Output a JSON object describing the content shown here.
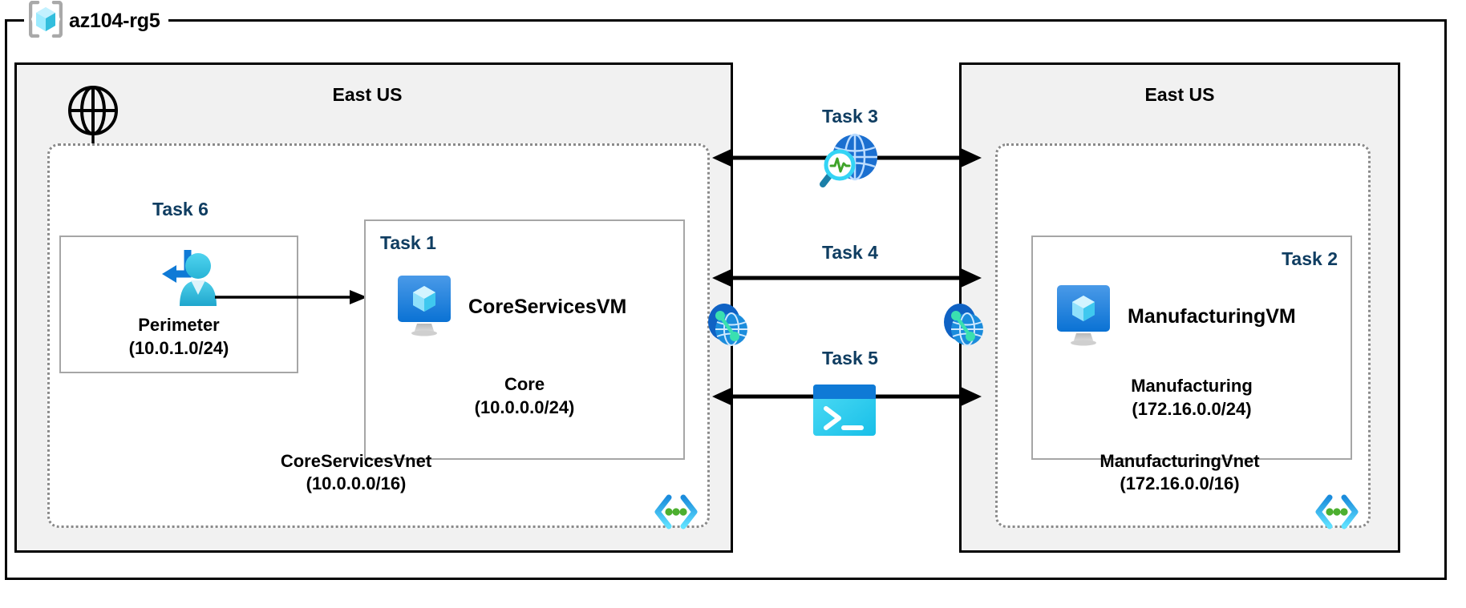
{
  "resource_group": {
    "name": "az104-rg5",
    "icon": "resource-group-icon"
  },
  "regions": [
    {
      "id": "left",
      "title": "East US"
    },
    {
      "id": "right",
      "title": "East US"
    }
  ],
  "internet": {
    "icon": "internet-globe-icon"
  },
  "vnets": [
    {
      "id": "coreservices",
      "name": "CoreServicesVnet",
      "cidr": "(10.0.0.0/16)",
      "icon": "vnet-icon"
    },
    {
      "id": "manufacturing",
      "name": "ManufacturingVnet",
      "cidr": "(172.16.0.0/16)",
      "icon": "vnet-icon"
    }
  ],
  "subnets": [
    {
      "id": "perimeter",
      "task": "Task 6",
      "name": "Perimeter",
      "cidr": "(10.0.1.0/24)",
      "icon": "bastion-user-icon"
    },
    {
      "id": "core",
      "task": "Task 1",
      "name": "Core",
      "cidr": "(10.0.0.0/24)",
      "vm": "CoreServicesVM",
      "vm_icon": "virtual-machine-icon"
    },
    {
      "id": "manufacturing",
      "task": "Task 2",
      "name": "Manufacturing",
      "cidr": "(172.16.0.0/24)",
      "vm": "ManufacturingVM",
      "vm_icon": "virtual-machine-icon"
    }
  ],
  "middle_tasks": [
    {
      "id": "task3",
      "label": "Task 3",
      "icon": "network-watcher-icon"
    },
    {
      "id": "task4",
      "label": "Task 4",
      "icon": "peering-icon"
    },
    {
      "id": "task5",
      "label": "Task 5",
      "icon": "cloud-shell-icon"
    }
  ],
  "peering_endpoints": [
    {
      "id": "peering-left",
      "icon": "peering-icon"
    },
    {
      "id": "peering-right",
      "icon": "peering-icon"
    }
  ],
  "colors": {
    "task_label": "#0f3d61",
    "region_fill": "#f1f1f1",
    "azure_blue": "#0078d4",
    "azure_cyan": "#50e6ff",
    "vnet_green": "#4caf2f",
    "line_black": "#000000"
  }
}
